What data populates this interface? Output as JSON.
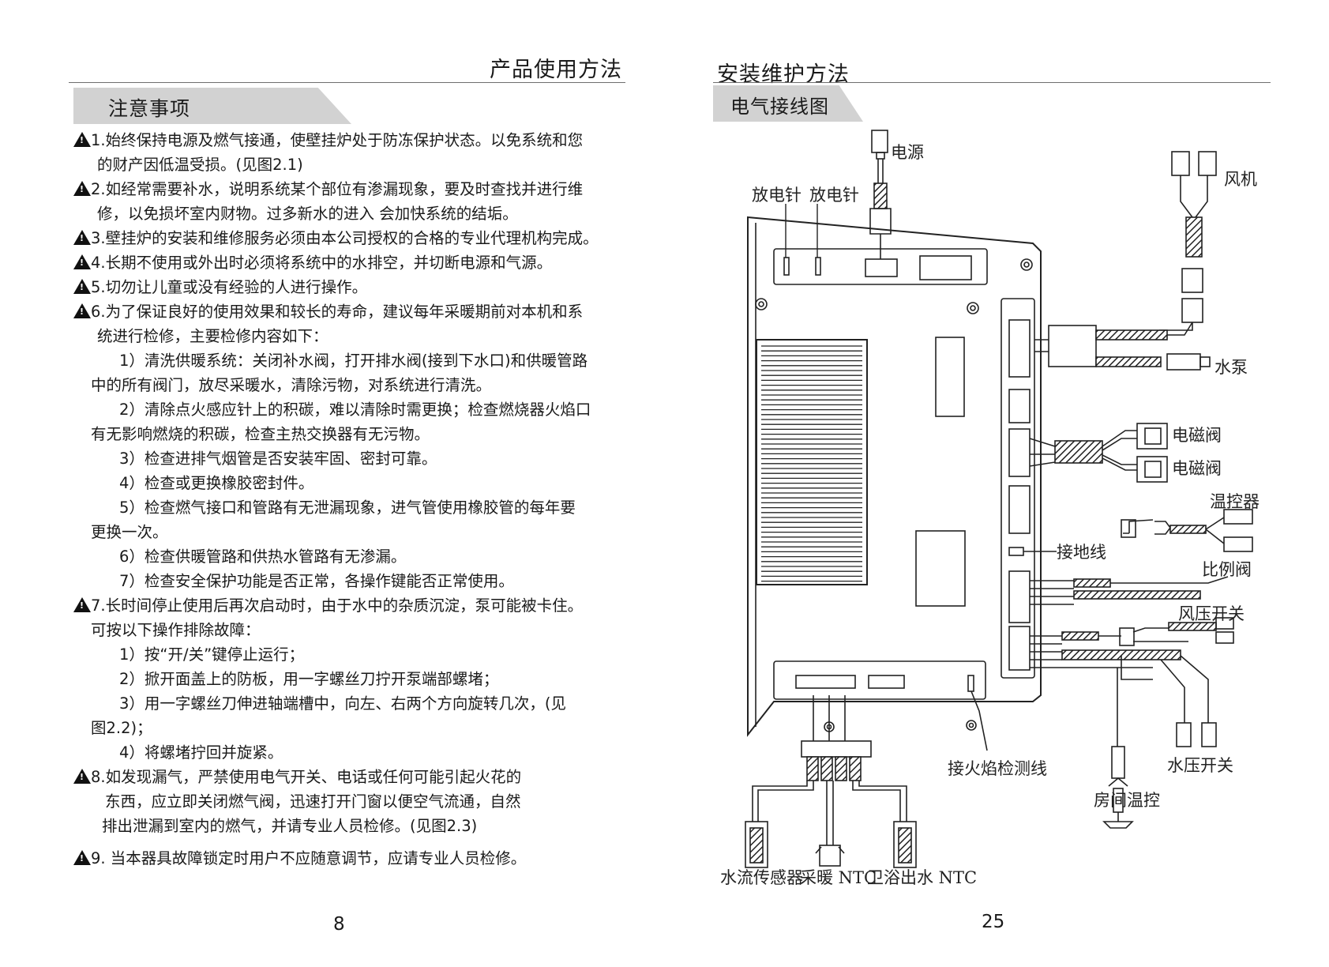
{
  "left_page": {
    "header_title": "产品使用方法",
    "section_title": "注意事项",
    "page_number": "8",
    "lines": [
      {
        "warn": true,
        "indent": 22,
        "text": "1.始终保持电源及燃气接通，使壁挂炉处于防冻保护状态。以免系统和您"
      },
      {
        "warn": false,
        "indent": 30,
        "text": "的财产因低温受损。(见图2.1)"
      },
      {
        "warn": true,
        "indent": 22,
        "text": "2.如经常需要补水，说明系统某个部位有渗漏现象，要及时查找并进行维"
      },
      {
        "warn": false,
        "indent": 30,
        "text": "修，以免损坏室内财物。过多新水的进入 会加快系统的结垢。"
      },
      {
        "warn": true,
        "indent": 22,
        "text": "3.壁挂炉的安装和维修服务必须由本公司授权的合格的专业代理机构完成。"
      },
      {
        "warn": true,
        "indent": 22,
        "text": "4.长期不使用或外出时必须将系统中的水排空，并切断电源和气源。"
      },
      {
        "warn": true,
        "indent": 22,
        "text": "5.切勿让儿童或没有经验的人进行操作。"
      },
      {
        "warn": true,
        "indent": 22,
        "text": "6.为了保证良好的使用效果和较长的寿命，建议每年采暖期前对本机和系"
      },
      {
        "warn": false,
        "indent": 30,
        "text": "统进行检修，主要检修内容如下："
      },
      {
        "warn": false,
        "indent": 58,
        "text": "1）清洗供暖系统：关闭补水阀，打开排水阀(接到下水口)和供暖管路"
      },
      {
        "warn": false,
        "indent": 22,
        "text": "中的所有阀门，放尽采暖水，清除污物，对系统进行清洗。"
      },
      {
        "warn": false,
        "indent": 58,
        "text": "2）清除点火感应针上的积碳，难以清除时需更换；检查燃烧器火焰口"
      },
      {
        "warn": false,
        "indent": 22,
        "text": "有无影响燃烧的积碳，检查主热交换器有无污物。"
      },
      {
        "warn": false,
        "indent": 58,
        "text": "3）检查进排气烟管是否安装牢固、密封可靠。"
      },
      {
        "warn": false,
        "indent": 58,
        "text": "4）检查或更换橡胶密封件。"
      },
      {
        "warn": false,
        "indent": 58,
        "text": "5）检查燃气接口和管路有无泄漏现象，进气管使用橡胶管的每年要"
      },
      {
        "warn": false,
        "indent": 22,
        "text": "更换一次。"
      },
      {
        "warn": false,
        "indent": 58,
        "text": "6）检查供暖管路和供热水管路有无渗漏。"
      },
      {
        "warn": false,
        "indent": 58,
        "text": "7）检查安全保护功能是否正常，各操作键能否正常使用。"
      },
      {
        "warn": true,
        "indent": 22,
        "text": "7.长时间停止使用后再次启动时，由于水中的杂质沉淀，泵可能被卡住。"
      },
      {
        "warn": false,
        "indent": 22,
        "text": "可按以下操作排除故障："
      },
      {
        "warn": false,
        "indent": 58,
        "text": "1）按“开/关”键停止运行；"
      },
      {
        "warn": false,
        "indent": 58,
        "text": "2）掀开面盖上的防板，用一字螺丝刀拧开泵端部螺堵；"
      },
      {
        "warn": false,
        "indent": 58,
        "text": "3）用一字螺丝刀伸进轴端槽中，向左、右两个方向旋转几次，(见"
      },
      {
        "warn": false,
        "indent": 22,
        "text": "图2.2)；"
      },
      {
        "warn": false,
        "indent": 58,
        "text": "4）将螺堵拧回并旋紧。"
      },
      {
        "warn": true,
        "indent": 22,
        "text": "8.如发现漏气，严禁使用电气开关、电话或任何可能引起火花的"
      },
      {
        "warn": false,
        "indent": 40,
        "text": "东西，应立即关闭燃气阀，迅速打开门窗以便空气流通，自然"
      },
      {
        "warn": false,
        "indent": 36,
        "text": "排出泄漏到室内的燃气，并请专业人员检修。(见图2.3)"
      },
      {
        "warn": true,
        "indent": 22,
        "text": "9. 当本器具故障锁定时用户不应随意调节，应请专业人员检修。",
        "gap_before": 10
      }
    ]
  },
  "right_page": {
    "header_title": "安装维护方法",
    "section_title": "电气接线图",
    "page_number": "25",
    "diagram_labels": {
      "power": "电源",
      "spark_1": "放电针",
      "spark_2": "放电针",
      "fan": "风机",
      "pump": "水泵",
      "solenoid_1": "电磁阀",
      "solenoid_2": "电磁阀",
      "thermostat": "温控器",
      "ground": "接地线",
      "proportional_valve": "比例阀",
      "air_pressure_switch": "风压开关",
      "water_pressure_switch": "水压开关",
      "flame_detection": "接火焰检测线",
      "room_temp_control": "房间温控",
      "water_flow_sensor": "水流传感器",
      "heating_ntc": "采暖 NTC",
      "dhw_ntc": "卫浴出水 NTC"
    }
  }
}
